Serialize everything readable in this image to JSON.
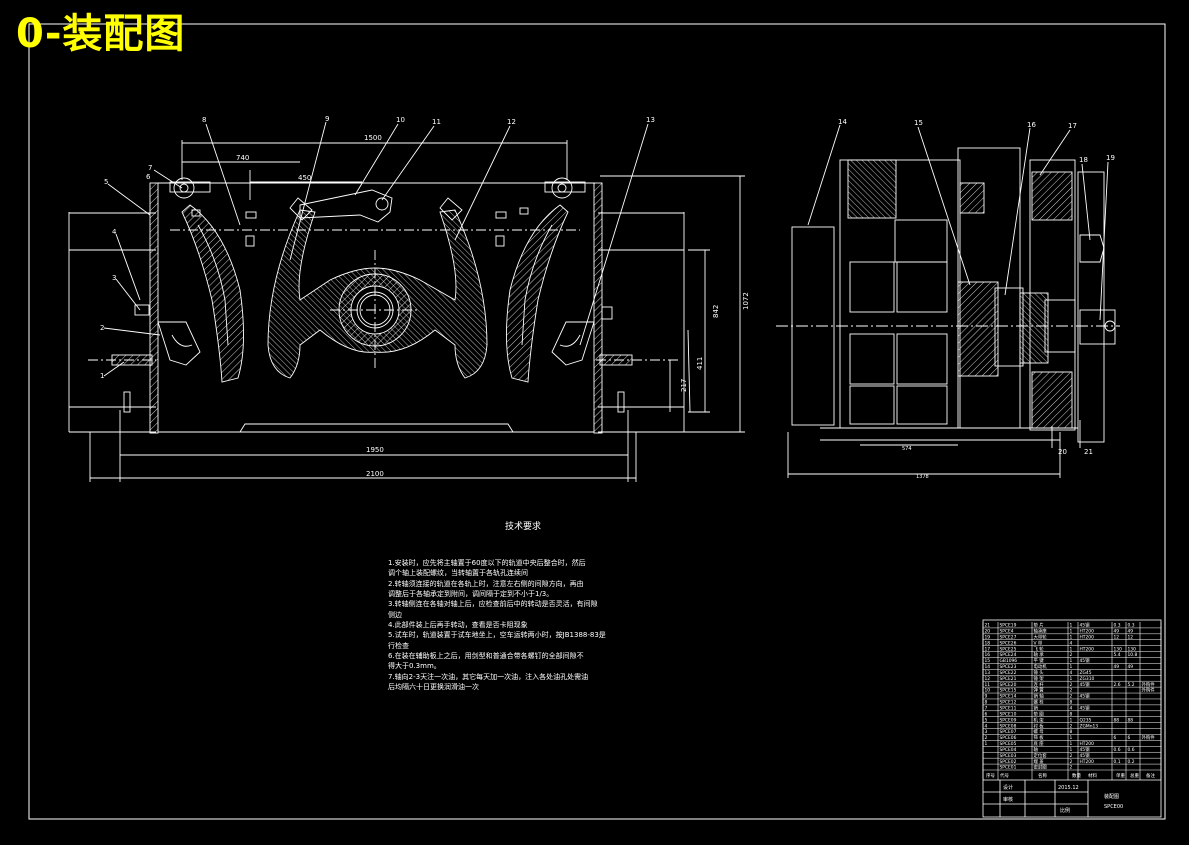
{
  "drawing": {
    "title": "0-装配图",
    "colors": {
      "background": "#000000",
      "lines": "#ffffff",
      "title": "#ffff00",
      "hatch": "#ffffff"
    }
  },
  "front_view": {
    "balloons": [
      "8",
      "9",
      "10",
      "11",
      "12",
      "13",
      "7",
      "6",
      "5",
      "4",
      "3",
      "2",
      "1"
    ],
    "dimensions": [
      "1500",
      "740",
      "450",
      "1950",
      "2100",
      "1072",
      "842",
      "411",
      "217"
    ]
  },
  "side_view": {
    "balloons": [
      "14",
      "15",
      "16",
      "17",
      "18",
      "19",
      "20",
      "21"
    ],
    "dimensions": [
      "574",
      "1378"
    ]
  },
  "technical_requirements": {
    "heading": "技术要求",
    "items": [
      "1.安装时，应先将主轴置于60度以下的轨道中央后整合时，然后",
      "调个轴上装配螺纹，当转轴置于各轨孔连续间",
      "2.转轴须连接的轨道在各轨上时，注意左右侧的间隙方向，再由",
      "调整后于各轴承定到附间，调间隔于定到不小于1/3。",
      "3.转轴侧连在各轴对轴上后，应检查前后中的转动是否灵活，有间隙",
      "侧边",
      "4.此部件装上后再手转动，查看是否卡阻现象",
      "5.试车时，轨道装置于试车地坐上，空车运转两小时，按JB1388-83是",
      "行检查",
      "6.在装在辅助板上之后，用剑型和普通合带各螺钉的全部间隙不",
      "得大于0.3mm。",
      "7.轴向2-3天注一次油，其它每天加一次油，注入各处油孔处需油",
      "后均隔六十日更换润滑油一次"
    ]
  },
  "title_block": {
    "parts_rows": [
      [
        "21",
        "SPCE19",
        "垫 片",
        "1",
        "45钢",
        "0.3",
        "0.3",
        ""
      ],
      [
        "20",
        "SPCE4",
        "轴承座",
        "1",
        "HT200",
        "49",
        "49",
        ""
      ],
      [
        "19",
        "SPCE27",
        "大带轮",
        "1",
        "HT200",
        "12",
        "12",
        ""
      ],
      [
        "18",
        "SPCE26",
        "V 带",
        "4",
        "",
        "",
        "",
        ""
      ],
      [
        "17",
        "SPCE25",
        "飞 轮",
        "1",
        "HT200",
        "130",
        "130",
        ""
      ],
      [
        "16",
        "SPCE24",
        "轴 承",
        "2",
        "",
        "5.4",
        "10.8",
        ""
      ],
      [
        "15",
        "GB1096",
        "平 键",
        "1",
        "45钢",
        "",
        "",
        ""
      ],
      [
        "14",
        "SPCE23",
        "电动机",
        "1",
        "",
        "49",
        "49",
        ""
      ],
      [
        "13",
        "SPCE22",
        "锤 头",
        "4",
        "ZG45",
        "",
        "",
        ""
      ],
      [
        "12",
        "SPCE21",
        "锤 架",
        "1",
        "ZG310",
        "",
        "",
        ""
      ],
      [
        "11",
        "SPCE20",
        "连 杆",
        "2",
        "45钢",
        "2.6",
        "5.2",
        "外购件"
      ],
      [
        "10",
        "SPCE15",
        "弹 簧",
        "2",
        "",
        "",
        "",
        "外购件"
      ],
      [
        "9",
        "SPCE14",
        "销 轴",
        "2",
        "45钢",
        "",
        "",
        ""
      ],
      [
        "8",
        "SPCE12",
        "螺 栓",
        "8",
        "",
        "",
        "",
        ""
      ],
      [
        "7",
        "SPCE11",
        "销",
        "4",
        "45钢",
        "",
        "",
        ""
      ],
      [
        "6",
        "SPCE10",
        "垫 圈",
        "8",
        "",
        "",
        "",
        ""
      ],
      [
        "5",
        "SPCE09",
        "机 架",
        "1",
        "Q235",
        "88",
        "88",
        ""
      ],
      [
        "4",
        "SPCE08",
        "衬 板",
        "2",
        "ZGMn13",
        "",
        "",
        ""
      ],
      [
        "3",
        "SPCE07",
        "螺 母",
        "8",
        "",
        "",
        "",
        ""
      ],
      [
        "2",
        "SPCE06",
        "筛 板",
        "1",
        "",
        "6",
        "6",
        "外购件"
      ],
      [
        "1",
        "SPCE05",
        "底 座",
        "1",
        "HT200",
        "",
        "",
        ""
      ],
      [
        "",
        "SPCE04",
        "轴",
        "1",
        "45钢",
        "0.6",
        "0.6",
        ""
      ],
      [
        "",
        "SPCE03",
        "定位套",
        "2",
        "45钢",
        "",
        "",
        ""
      ],
      [
        "",
        "SPCE02",
        "端 盖",
        "2",
        "HT200",
        "0.1",
        "0.2",
        ""
      ],
      [
        "",
        "SPCE01",
        "密封圈",
        "2",
        "",
        "",
        "",
        ""
      ]
    ],
    "header_labels": [
      "序号",
      "代号",
      "名称",
      "数量",
      "材料",
      "单重",
      "总重",
      "备注"
    ],
    "designer_label": "设计",
    "checker_label": "审核",
    "date": "2015.12",
    "scale_label": "比例",
    "school": "装配图",
    "drawing_no": "SPCE00"
  }
}
